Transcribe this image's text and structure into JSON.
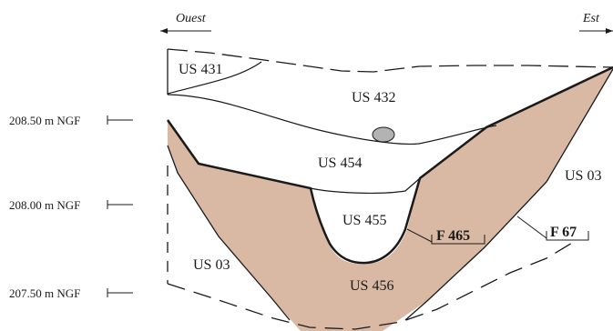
{
  "orientation": {
    "west": "Ouest",
    "east": "Est"
  },
  "elevations": [
    "208.50 m NGF",
    "208.00 m NGF",
    "207.50 m NGF"
  ],
  "units": {
    "us431": "US 431",
    "us432": "US 432",
    "us454": "US 454",
    "us455": "US 455",
    "us456": "US 456",
    "us03_left": "US 03",
    "us03_right": "US 03"
  },
  "features": {
    "f465": "F 465",
    "f67": "F 67"
  },
  "colors": {
    "fill_brown": "#d9b9a3",
    "stone": "#b3b3b3",
    "line": "#1a1a1a"
  }
}
